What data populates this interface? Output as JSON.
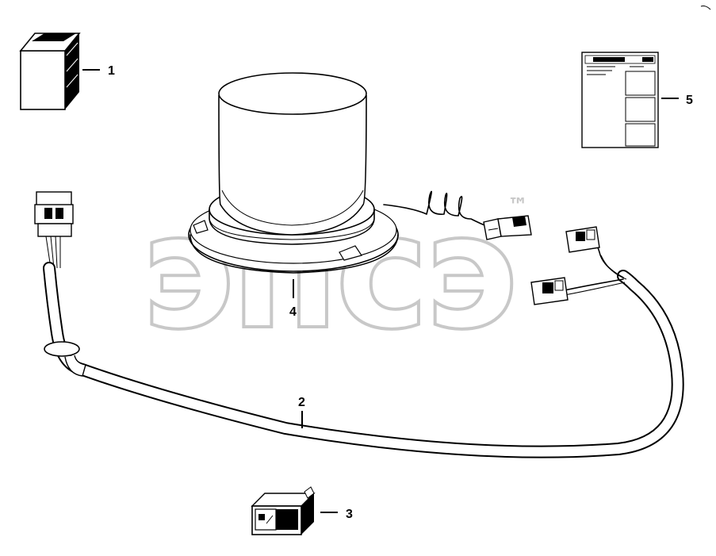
{
  "diagram": {
    "watermark_text": "эпсэ",
    "watermark_mark": "™",
    "callouts": [
      {
        "id": "1",
        "label": "1"
      },
      {
        "id": "2",
        "label": "2"
      },
      {
        "id": "3",
        "label": "3"
      },
      {
        "id": "4",
        "label": "4"
      },
      {
        "id": "5",
        "label": "5"
      }
    ],
    "colors": {
      "line": "#000000",
      "watermark": "#c8c8c8",
      "background": "#ffffff"
    }
  }
}
